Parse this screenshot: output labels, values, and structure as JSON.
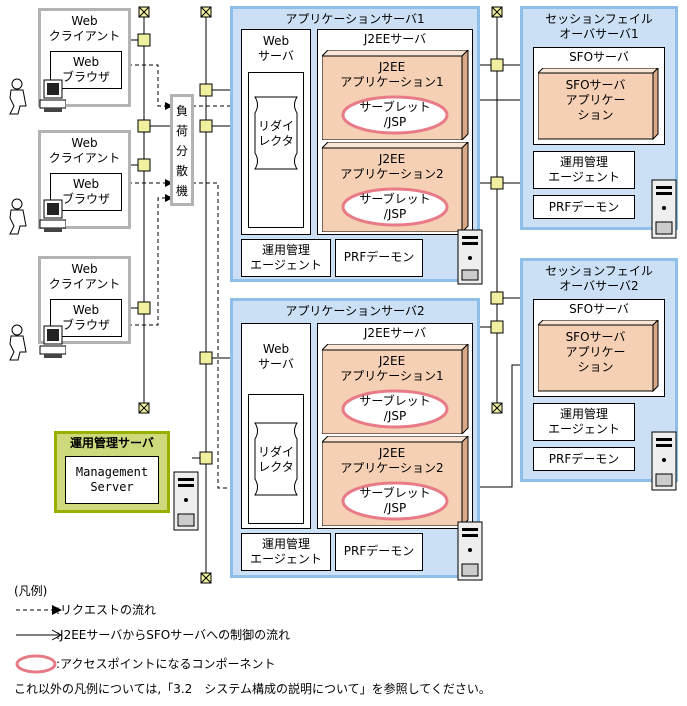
{
  "clients": [
    {
      "title": "Web\nクライアント",
      "browser": "Web\nブラウザ"
    },
    {
      "title": "Web\nクライアント",
      "browser": "Web\nブラウザ"
    },
    {
      "title": "Web\nクライアント",
      "browser": "Web\nブラウザ"
    }
  ],
  "load_balancer": "負\n荷\n分\n散\n機",
  "mgmt_server": {
    "title": "運用管理サーバ",
    "app": "Management\nServer"
  },
  "app_servers": [
    {
      "title": "アプリケーションサーバ1",
      "web_server": "Web\nサーバ",
      "redirector": "リダイ\nレクタ",
      "j2ee_server": "J2EEサーバ",
      "apps": [
        {
          "name": "J2EE\nアプリケーション1",
          "component": "サーブレット\n/JSP"
        },
        {
          "name": "J2EE\nアプリケーション2",
          "component": "サーブレット\n/JSP"
        }
      ],
      "agent": "運用管理\nエージェント",
      "prf": "PRFデーモン"
    },
    {
      "title": "アプリケーションサーバ2",
      "web_server": "Web\nサーバ",
      "redirector": "リダイ\nレクタ",
      "j2ee_server": "J2EEサーバ",
      "apps": [
        {
          "name": "J2EE\nアプリケーション1",
          "component": "サーブレット\n/JSP"
        },
        {
          "name": "J2EE\nアプリケーション2",
          "component": "サーブレット\n/JSP"
        }
      ],
      "agent": "運用管理\nエージェント",
      "prf": "PRFデーモン"
    }
  ],
  "sfo_servers": [
    {
      "title": "セッションフェイル\nオーバサーバ1",
      "sfo": "SFOサーバ",
      "sfo_app": "SFOサーバ\nアプリケー\nション",
      "agent": "運用管理\nエージェント",
      "prf": "PRFデーモン"
    },
    {
      "title": "セッションフェイル\nオーバサーバ2",
      "sfo": "SFOサーバ",
      "sfo_app": "SFOサーバ\nアプリケー\nション",
      "agent": "運用管理\nエージェント",
      "prf": "PRFデーモン"
    }
  ],
  "legend": {
    "heading": "(凡例)",
    "request": ":リクエストの流れ",
    "control": ":J2EEサーバからSFOサーバへの制御の流れ",
    "access": ":アクセスポイントになるコンポーネント",
    "note": "これ以外の凡例については,「3.2　システム構成の説明について」を参照してください。"
  },
  "colors": {
    "client_border": "#b3b3b3",
    "server_fill": "#cce0f5",
    "server_border": "#8fbfe8",
    "app_fill": "#f5d0b5",
    "access_oval": "#e87b86",
    "mgmt_fill": "#cdd97a",
    "mgmt_border": "#9ab000",
    "node_fill": "#f0f0a0"
  }
}
